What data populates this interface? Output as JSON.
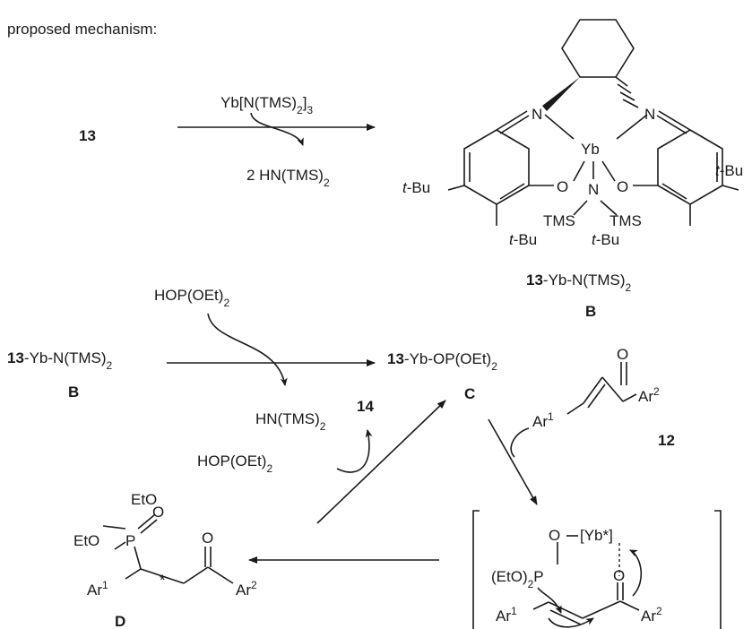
{
  "header": {
    "title": "proposed mechanism:"
  },
  "step1": {
    "start": "13",
    "reagent": "Yb[N(TMS)2]3",
    "byproduct": "2 HN(TMS)2"
  },
  "catalyst": {
    "atom_N1": "N",
    "atom_N2": "N",
    "atom_Yb": "Yb",
    "atom_O1": "O",
    "atom_O2": "O",
    "atom_N3": "N",
    "tms1": "TMS",
    "tms2": "TMS",
    "tbu_left": "t-Bu",
    "tbu_right": "t-Bu",
    "tbu_bottom_left": "t-Bu",
    "tbu_bottom_right": "t-Bu",
    "name_num": "13",
    "name_rest": "-Yb-N(TMS)2",
    "letter": "B"
  },
  "step2": {
    "reagent": "HOP(OEt)2",
    "start_num": "13",
    "start_rest": "-Yb-N(TMS)2",
    "start_letter": "B",
    "product_num": "13",
    "product_rest": "-Yb-OP(OEt)2",
    "product_letter": "C",
    "byproduct": "HN(TMS)2"
  },
  "enone": {
    "o": "O",
    "ar1": "Ar1",
    "ar2": "Ar2",
    "label": "12"
  },
  "cycle_back": {
    "product_label": "14",
    "reagent": "HOP(OEt)2"
  },
  "intermediate_D": {
    "eto1": "EtO",
    "eto2": "EtO",
    "p": "P",
    "o_p": "O",
    "o_k": "O",
    "ar1": "Ar1",
    "ar2": "Ar2",
    "star": "*",
    "letter": "D"
  },
  "transition_state": {
    "o_top": "O",
    "yb": "[Yb*]",
    "p_group": "(EtO)2P",
    "o_k": "O",
    "ar1": "Ar1",
    "ar2": "Ar2"
  }
}
